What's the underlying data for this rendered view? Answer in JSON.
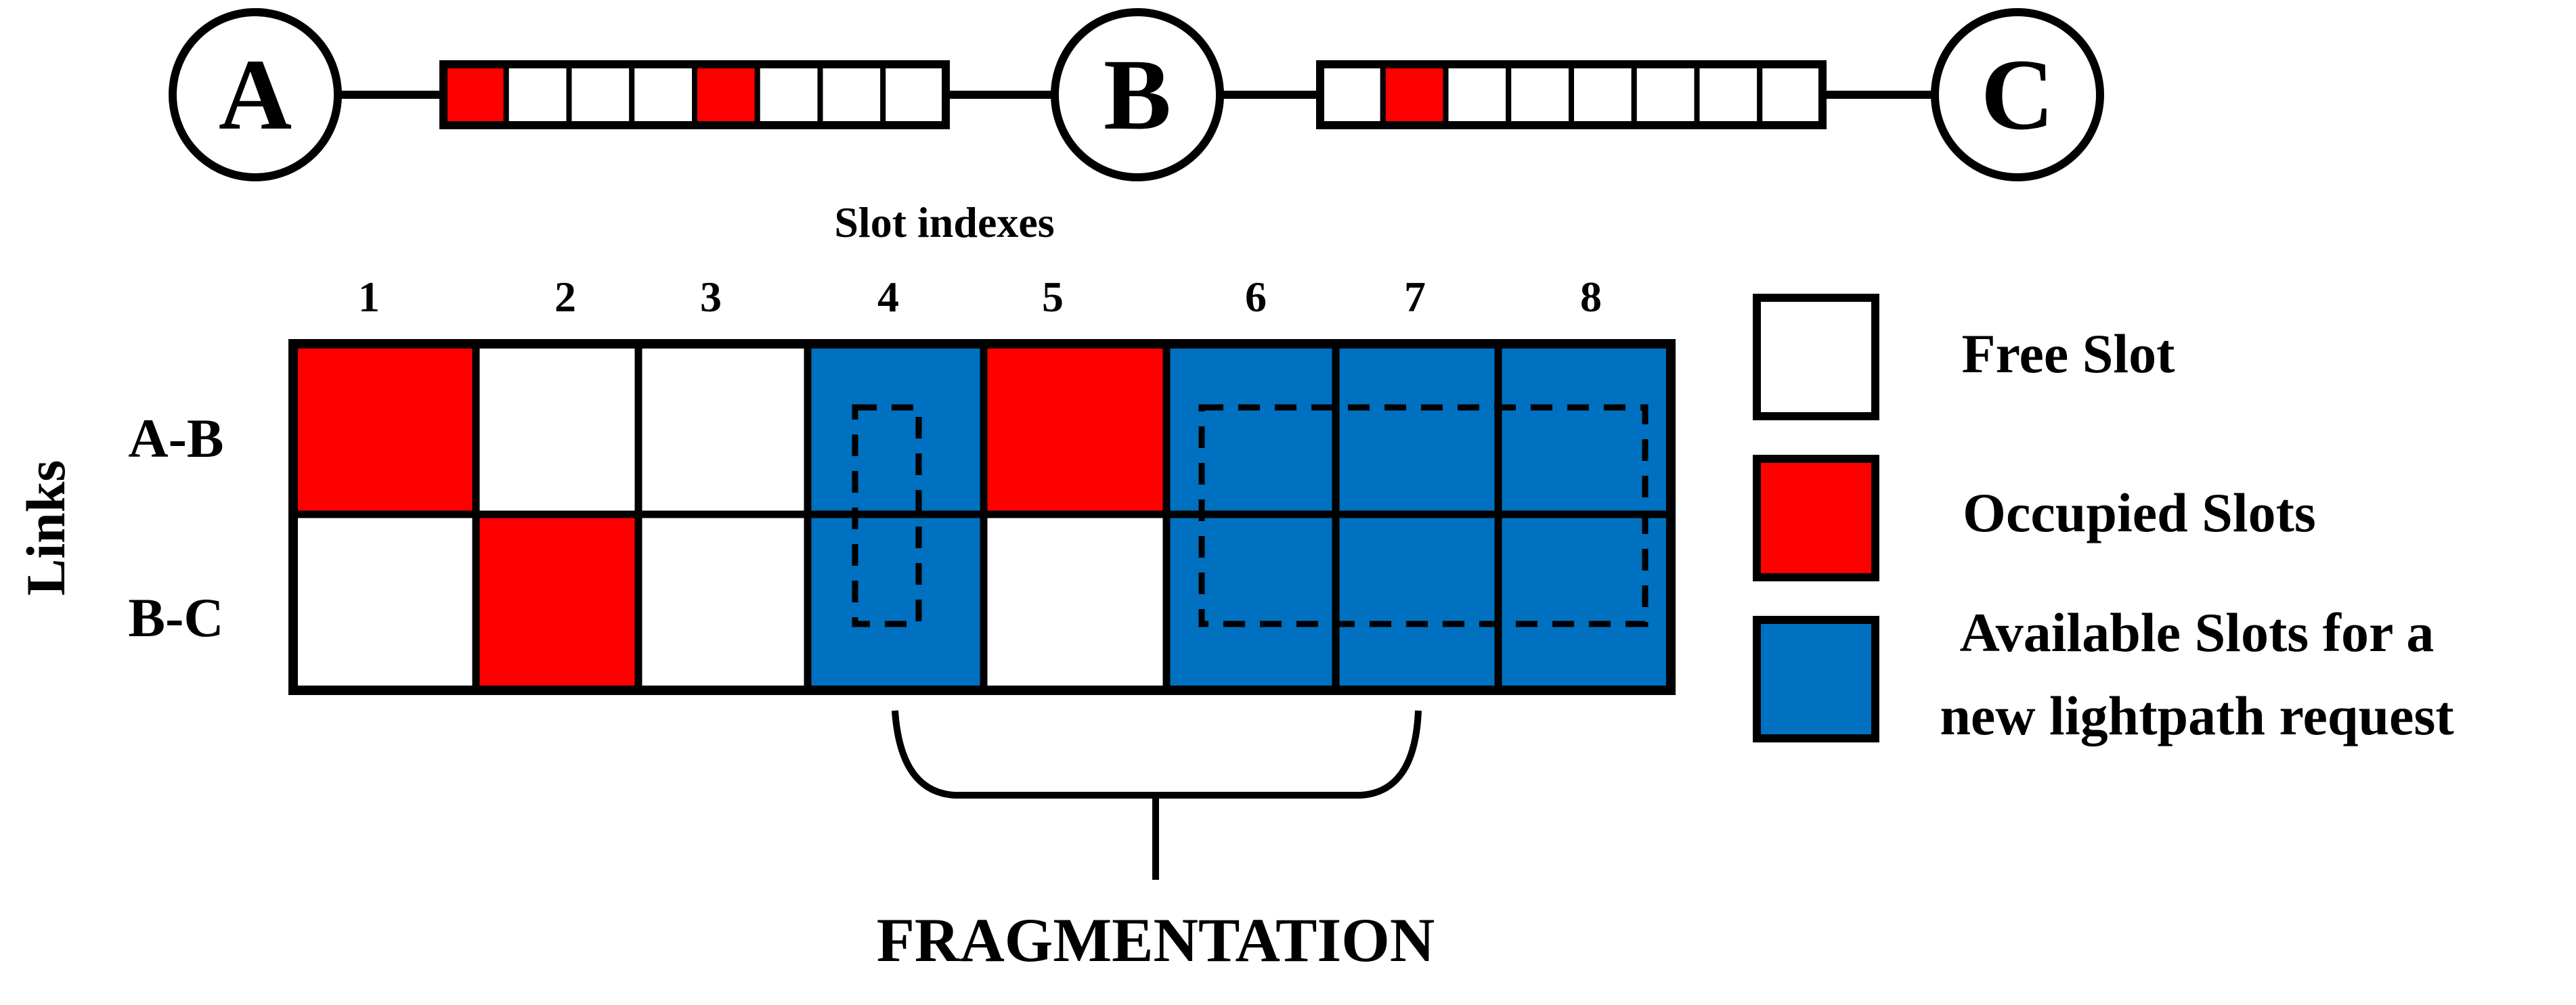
{
  "colors": {
    "free": "#ffffff",
    "occupied": "#ff0000",
    "available": "#0070c0",
    "stroke": "#000000"
  },
  "topology": {
    "nodes": [
      "A",
      "B",
      "C"
    ],
    "link_ab_slots": [
      "occupied",
      "free",
      "free",
      "free",
      "occupied",
      "free",
      "free",
      "free"
    ],
    "link_bc_slots": [
      "free",
      "occupied",
      "free",
      "free",
      "free",
      "free",
      "free",
      "free"
    ]
  },
  "grid": {
    "header": "Slot indexes",
    "axis_label": "Links",
    "slot_indexes": [
      "1",
      "2",
      "3",
      "4",
      "5",
      "6",
      "7",
      "8"
    ],
    "rows": [
      {
        "label": "A-B",
        "cells": [
          "occupied",
          "free",
          "free",
          "available",
          "occupied",
          "available",
          "available",
          "available"
        ]
      },
      {
        "label": "B-C",
        "cells": [
          "free",
          "occupied",
          "free",
          "available",
          "free",
          "available",
          "available",
          "available"
        ]
      }
    ]
  },
  "legend": {
    "free_label": "Free Slot",
    "occupied_label": "Occupied Slots",
    "available_label_line1": "Available Slots for a",
    "available_label_line2": "new lightpath request"
  },
  "annotation": {
    "fragmentation_label": "FRAGMENTATION"
  }
}
